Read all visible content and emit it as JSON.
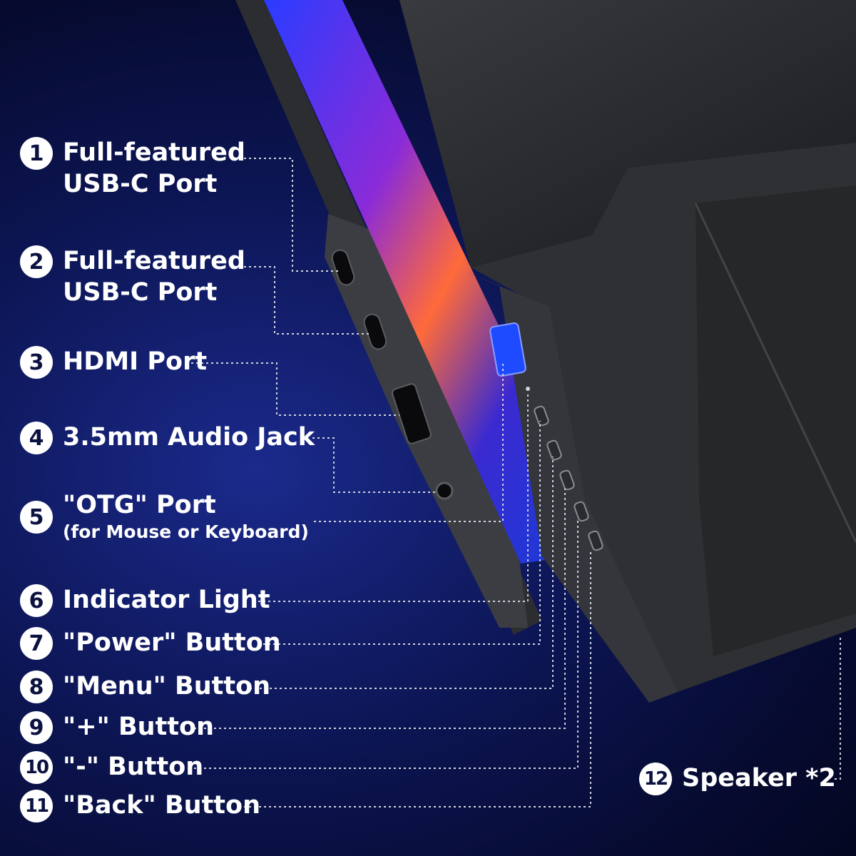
{
  "callouts": [
    {
      "number": "1",
      "line1": "Full-featured",
      "line2": "USB-C Port"
    },
    {
      "number": "2",
      "line1": "Full-featured",
      "line2": "USB-C Port"
    },
    {
      "number": "3",
      "label": "HDMI Port"
    },
    {
      "number": "4",
      "label": "3.5mm Audio Jack"
    },
    {
      "number": "5",
      "label": "\"OTG\" Port",
      "sub": "(for Mouse or Keyboard)"
    },
    {
      "number": "6",
      "label": "Indicator Light"
    },
    {
      "number": "7",
      "label": "\"Power\" Button"
    },
    {
      "number": "8",
      "label": "\"Menu\" Button"
    },
    {
      "number": "9",
      "label": "\"+\" Button"
    },
    {
      "number": "10",
      "label": "\"-\" Button"
    },
    {
      "number": "11",
      "label": "\"Back\" Button"
    },
    {
      "number": "12",
      "label": "Speaker *2"
    }
  ],
  "colors": {
    "background": "#0d1656",
    "text": "#ffffff",
    "badge": "#ffffff",
    "device": "#2b2d31"
  }
}
